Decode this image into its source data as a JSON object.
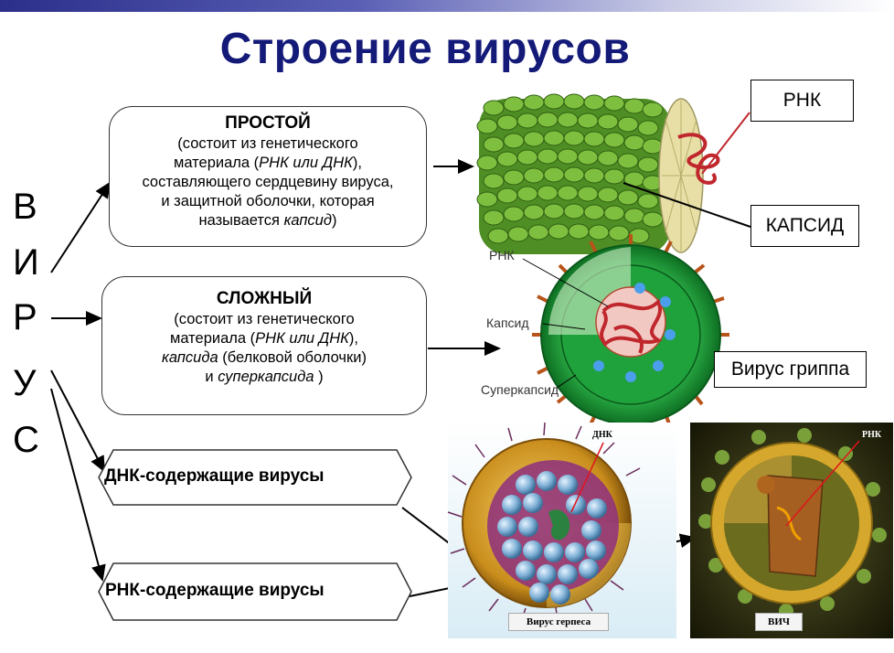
{
  "title": "Строение вирусов",
  "virus_letters": [
    "В",
    "И",
    "Р",
    "У",
    "С"
  ],
  "simple": {
    "head": "ПРОСТОЙ",
    "line1": "(состоит из  генетического",
    "line2_pre": "материала (",
    "line2_em": "РНК или ДНК",
    "line2_post": "),",
    "line3": "составляющего сердцевину вируса,",
    "line4": "и защитной оболочки, которая",
    "line5_pre": "называется ",
    "line5_em": "капсид",
    "line5_post": ")"
  },
  "complex": {
    "head": "СЛОЖНЫЙ",
    "line1": "(состоит из генетического",
    "line2_pre": "материала (",
    "line2_em": "РНК или ДНК",
    "line2_post": "),",
    "line3_em": "капсида",
    "line3_post": " (белковой оболочки)",
    "line4_pre": "и ",
    "line4_em": "суперкапсида",
    "line4_post": " )"
  },
  "dna_viruses": "ДНК-содержащие вирусы",
  "rna_viruses": "РНК-содержащие вирусы",
  "labels": {
    "rnk": "РНК",
    "kapsid": "КАПСИД",
    "flu": "Вирус гриппа"
  },
  "flu_parts": {
    "rnk": "РНК",
    "kapsid": "Капсид",
    "superkapsid": "Суперкапсид"
  },
  "photos": {
    "herpes_dna": "ДНК",
    "herpes_caption": "Вирус герпеса",
    "hiv_rnk": "РНК",
    "hiv_caption": "ВИЧ"
  },
  "colors": {
    "title": "#141a78",
    "capsid_green": "#5c9a2e",
    "rna_red": "#c0272d",
    "flu_green": "#2fb34a"
  }
}
